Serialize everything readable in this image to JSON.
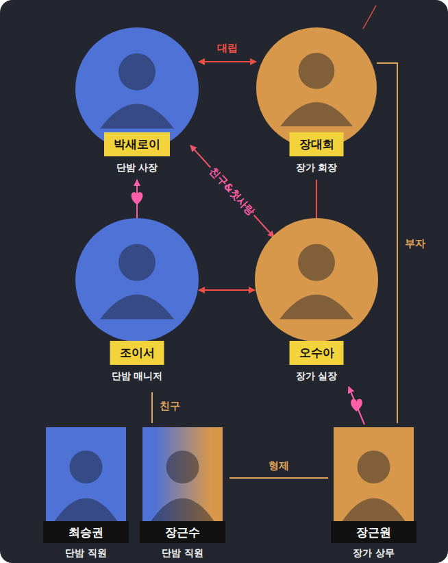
{
  "diagram": {
    "nodes": [
      {
        "text": [
          "박새로이",
          "단밤 사장"
        ]
      },
      {
        "text": [
          "장대희",
          "장가 회장"
        ]
      },
      {
        "text": [
          "조이서",
          "단밤 매니저"
        ]
      },
      {
        "text": [
          "오수아",
          "장가 실장"
        ]
      },
      {
        "text": [
          "최승권",
          "단밤 직원"
        ]
      },
      {
        "text": [
          "장근수",
          "단밤 직원"
        ]
      },
      {
        "text": [
          "장근원",
          "장가 상무"
        ]
      }
    ],
    "edges": [
      {
        "from": 0,
        "to": 1,
        "label": "대립",
        "arrow": "both"
      },
      {
        "from": 0,
        "to": 3,
        "label": "친구&첫사랑",
        "arrow": "both"
      },
      {
        "from": 2,
        "to": 0,
        "arrow": "to"
      },
      {
        "from": 2,
        "to": 3,
        "arrow": "both"
      },
      {
        "from": 1,
        "to": 3,
        "arrow": "none"
      },
      {
        "from": 1,
        "to": 6,
        "label": "부자",
        "arrow": "none"
      },
      {
        "from": 6,
        "to": 3,
        "arrow": "to"
      },
      {
        "from": 2,
        "to": 5,
        "label": "친구",
        "arrow": "none"
      },
      {
        "from": 5,
        "to": 6,
        "label": "형제",
        "arrow": "none"
      }
    ]
  }
}
